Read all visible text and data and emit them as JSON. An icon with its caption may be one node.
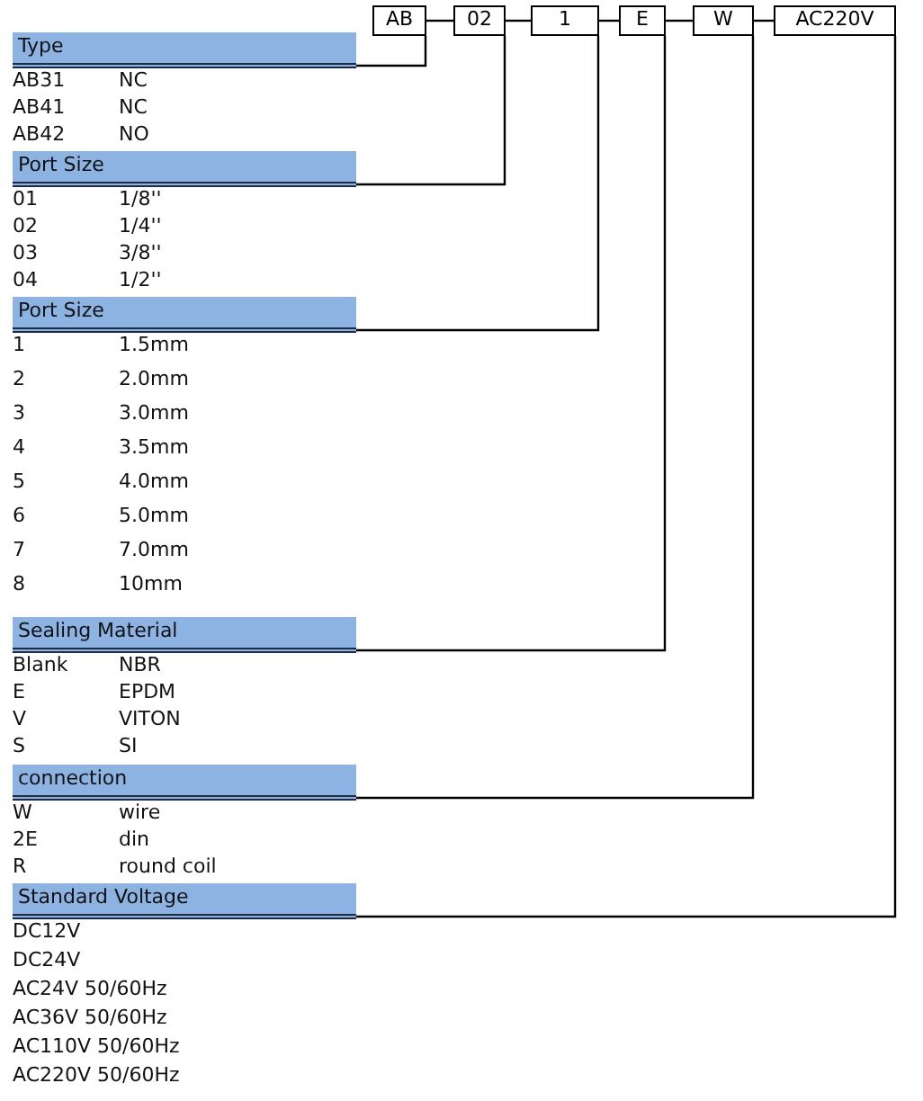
{
  "diagram": {
    "nodes": [
      {
        "text": [
          "AB"
        ]
      },
      {
        "text": [
          "02"
        ]
      },
      {
        "text": [
          "1"
        ]
      },
      {
        "text": [
          "E"
        ]
      },
      {
        "text": [
          "W"
        ]
      },
      {
        "text": [
          "AC220V"
        ]
      },
      {
        "text": [
          "Type"
        ]
      },
      {
        "text": [
          "Port Size"
        ]
      },
      {
        "text": [
          "Port Size"
        ]
      },
      {
        "text": [
          "Sealing Material"
        ]
      },
      {
        "text": [
          "connection"
        ]
      },
      {
        "text": [
          "Standard Voltage"
        ]
      }
    ],
    "edges": [
      {
        "from": 0,
        "to": 1,
        "arrow": "none"
      },
      {
        "from": 1,
        "to": 2,
        "arrow": "none"
      },
      {
        "from": 2,
        "to": 3,
        "arrow": "none"
      },
      {
        "from": 3,
        "to": 4,
        "arrow": "none"
      },
      {
        "from": 4,
        "to": 5,
        "arrow": "none"
      },
      {
        "from": 0,
        "to": 6,
        "arrow": "none"
      },
      {
        "from": 1,
        "to": 7,
        "arrow": "none"
      },
      {
        "from": 2,
        "to": 8,
        "arrow": "none"
      },
      {
        "from": 3,
        "to": 9,
        "arrow": "none"
      },
      {
        "from": 4,
        "to": 10,
        "arrow": "none"
      },
      {
        "from": 5,
        "to": 11,
        "arrow": "none"
      }
    ],
    "labels": [
      "AB31",
      "NC",
      "AB41",
      "NC",
      "AB42",
      "NO",
      "01",
      "1/8''",
      "02",
      "1/4''",
      "03",
      "3/8''",
      "04",
      "1/2''",
      "1",
      "1.5mm",
      "2",
      "2.0mm",
      "3",
      "3.0mm",
      "4",
      "3.5mm",
      "5",
      "4.0mm",
      "6",
      "5.0mm",
      "7",
      "7.0mm",
      "8",
      "10mm",
      "Blank",
      "NBR",
      "E",
      "EPDM",
      "V",
      "VITON",
      "S",
      "SI",
      "W",
      "wire",
      "2E",
      "din",
      "R",
      "round coil",
      "DC12V",
      "DC24V",
      "AC24V 50/60Hz",
      "AC36V 50/60Hz",
      "AC110V 50/60Hz",
      "AC220V 50/60Hz"
    ]
  }
}
